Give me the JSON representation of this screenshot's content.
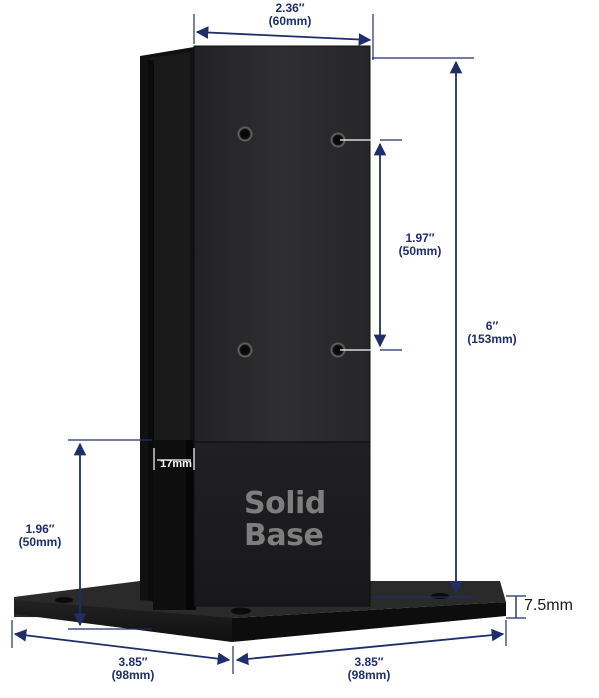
{
  "colors": {
    "dimension_line": "#1f2e6b",
    "post_dark": "#2a2a2c",
    "post_side": "#141415",
    "base_plate": "#1b1b1c",
    "logo_text": "#7e7e7e"
  },
  "dimensions": {
    "top_width": {
      "imperial": "2.36″",
      "metric": "(60mm)"
    },
    "hole_spacing": {
      "imperial": "1.97″",
      "metric": "(50mm)"
    },
    "total_height": {
      "imperial": "6″",
      "metric": "(153mm)"
    },
    "slot_width": {
      "metric": "17mm"
    },
    "slot_depth": {
      "imperial": "1.96″",
      "metric": "(50mm)"
    },
    "base_thickness": {
      "metric": "7.5mm"
    },
    "base_length_left": {
      "imperial": "3.85″",
      "metric": "(98mm)"
    },
    "base_length_right": {
      "imperial": "3.85″",
      "metric": "(98mm)"
    }
  },
  "brand": {
    "line1": "Solid",
    "line2": "Base"
  }
}
